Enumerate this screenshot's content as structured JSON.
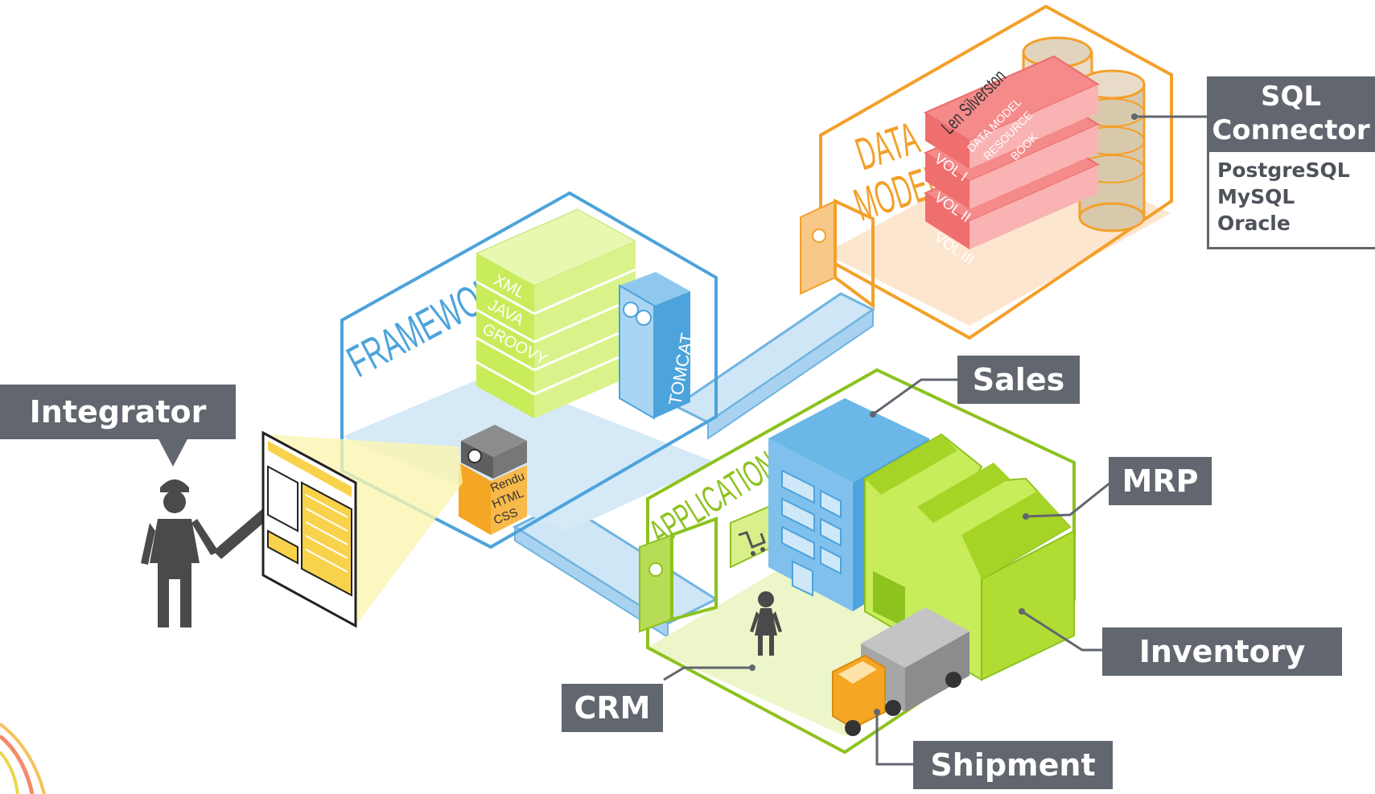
{
  "colors": {
    "framework": "#4da3db",
    "data_model": "#f3a02a",
    "applications": "#8dc21f",
    "label_bg": "#62666e",
    "book": "#f58a8a",
    "server_green": "#c8ec5a"
  },
  "labels": {
    "integrator": "Integrator",
    "sales": "Sales",
    "mrp": "MRP",
    "inventory": "Inventory",
    "crm": "CRM",
    "shipment": "Shipment"
  },
  "sql": {
    "title_line1": "SQL",
    "title_line2": "Connector",
    "databases": [
      "PostgreSQL",
      "MySQL",
      "Oracle"
    ]
  },
  "framework": {
    "title": "FRAMEWORK",
    "stack": [
      "XML",
      "JAVA",
      "GROOVY"
    ],
    "server": "TOMCAT",
    "render": [
      "Rendu",
      "HTML",
      "CSS"
    ]
  },
  "data_model": {
    "title_line1": "DATA",
    "title_line2": "MODEL",
    "author": "Len Silverston",
    "book_title": [
      "DATA MODEL",
      "RESOURCE",
      "BOOK"
    ],
    "volumes": [
      "VOL I",
      "VOL II",
      "VOL III"
    ]
  },
  "applications": {
    "title": "APPLICATIONS"
  }
}
